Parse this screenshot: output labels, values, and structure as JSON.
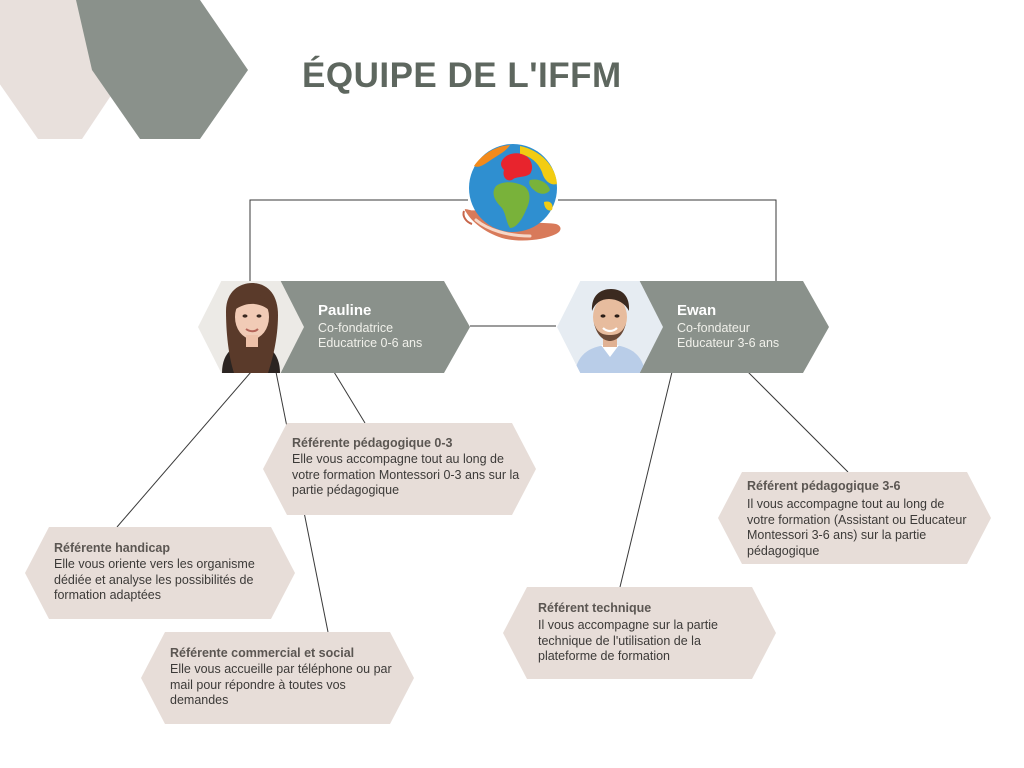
{
  "page": {
    "title": "ÉQUIPE DE L'IFFM",
    "colors": {
      "hexagon_dark": "#8a918b",
      "hexagon_light": "#e7ddd8",
      "title": "#5e675f",
      "lines": "#3a3a3a"
    }
  },
  "logo": {
    "icon": "globe-in-hand-icon"
  },
  "founders": [
    {
      "name": "Pauline",
      "role_line1": "Co-fondatrice",
      "role_line2": "Educatrice 0-6 ans",
      "photo": "woman-portrait"
    },
    {
      "name": "Ewan",
      "role_line1": "Co-fondateur",
      "role_line2": "Educateur 3-6 ans",
      "photo": "man-portrait"
    }
  ],
  "roles": {
    "pedagogique_0_3": {
      "title": "Référente pédagogique 0-3",
      "desc": "Elle vous accompagne tout au long de votre formation Montessori 0-3 ans sur la partie pédagogique"
    },
    "handicap": {
      "title": "Référente handicap",
      "desc": "Elle vous oriente vers les organisme dédiée et analyse les possibilités de formation adaptées"
    },
    "commercial": {
      "title": "Référente commercial et social",
      "desc": "Elle vous accueille par téléphone ou par mail pour répondre à toutes vos demandes"
    },
    "pedagogique_3_6": {
      "title": "Référent pédagogique 3-6",
      "desc": "Il vous accompagne tout au long de votre formation (Assistant ou Educateur Montessori 3-6 ans) sur la partie pédagogique"
    },
    "technique": {
      "title": "Référent technique",
      "desc": "Il vous accompagne sur la partie technique de l'utilisation de la plateforme de formation"
    }
  }
}
